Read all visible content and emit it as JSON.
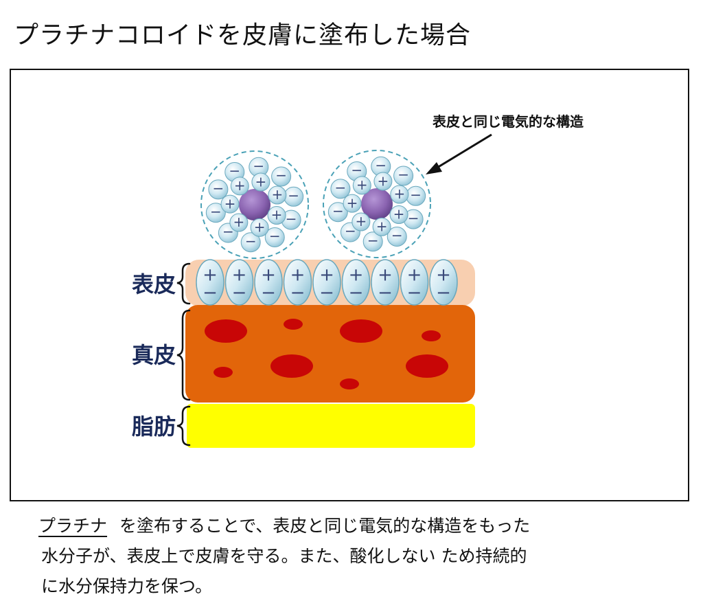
{
  "title": "プラチナコロイドを皮膚に塗布した場合",
  "annotation": "表皮と同じ電気的な構造",
  "layers": {
    "epidermis": "表皮",
    "dermis": "真皮",
    "fat": "脂肪"
  },
  "symbols": {
    "plus": "+",
    "minus": "−"
  },
  "colors": {
    "epidermis": "#f8cfb0",
    "dermis": "#e2650a",
    "fat": "#ffff00",
    "vessel": "#c80606",
    "label": "#1a2a5a",
    "core": "#8a63b0",
    "bead": "#cfe8f2",
    "ring": "#4aa1b6"
  },
  "caption": {
    "highlight": "プラチナ",
    "line1_rest": "を塗布することで、表皮と同じ電気的な構造をもった",
    "line2": "水分子が、表皮上で皮膚を守る。また、酸化しない ため持続的",
    "line3": "に水分保持力を保つ。"
  }
}
